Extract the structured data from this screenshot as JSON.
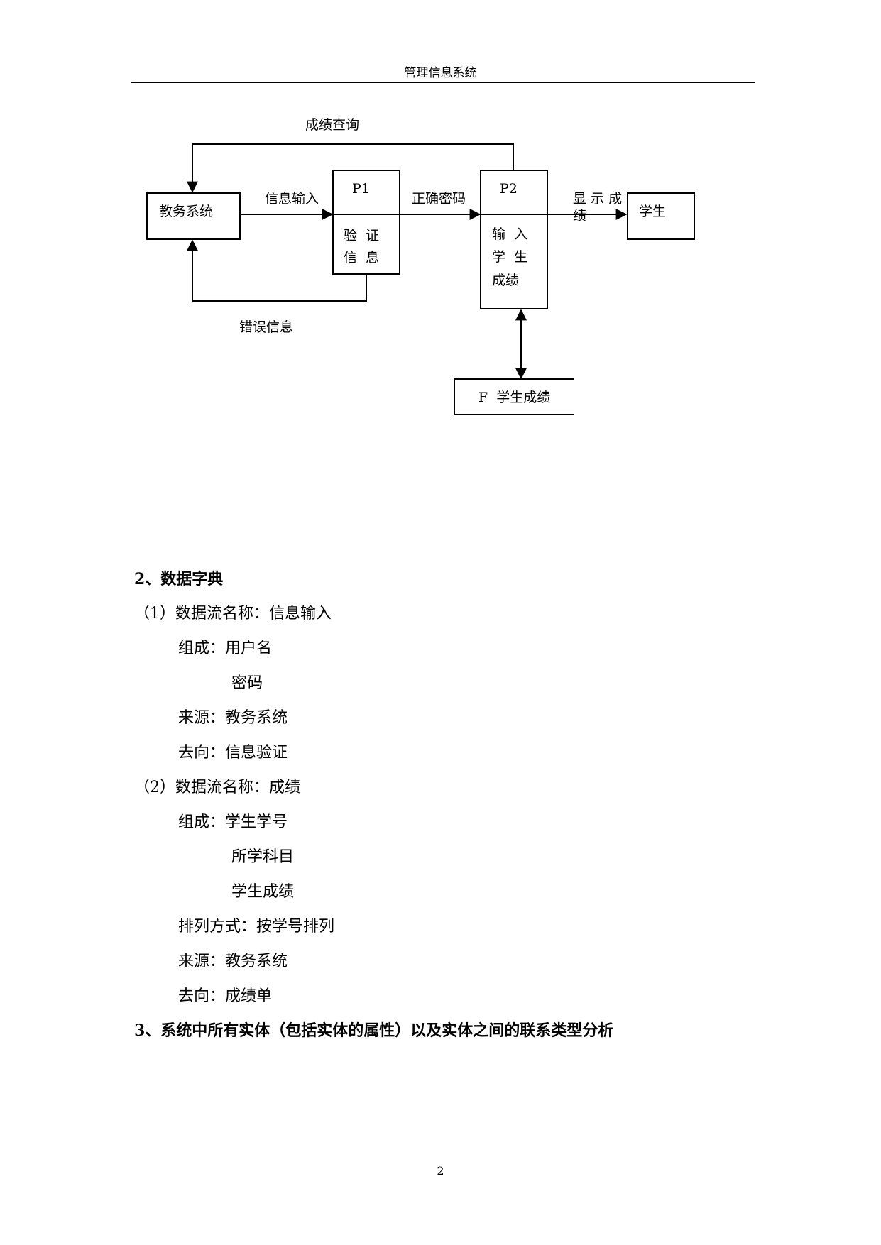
{
  "header": {
    "title": "管理信息系统"
  },
  "diagram": {
    "top_flow_label": "成绩查询",
    "entity_left": "教务系统",
    "flow_input": "信息输入",
    "p1_id": "P1",
    "p1_line1": "验  证",
    "p1_line2": "信  息",
    "flow_correct": "正确密码",
    "p2_id": "P2",
    "p2_line1": "输  入",
    "p2_line2": "学  生",
    "p2_line3": "成绩",
    "flow_display_a": "显 示 成",
    "flow_display_b": "绩",
    "entity_right": "学生",
    "flow_error": "错误信息",
    "store_label": "F  学生成绩"
  },
  "section2": {
    "heading": "2、数据字典",
    "flow1": {
      "title": "（1）数据流名称：信息输入",
      "composition_label": "组成：用户名",
      "composition_item2": "密码",
      "source": "来源：教务系统",
      "destination": "去向：信息验证"
    },
    "flow2": {
      "title": "（2）数据流名称：成绩",
      "composition_label": "组成：学生学号",
      "composition_item2": "所学科目",
      "composition_item3": "学生成绩",
      "ordering": "排列方式：按学号排列",
      "source": "来源：教务系统",
      "destination": "去向：成绩单"
    }
  },
  "section3": {
    "heading": "3、系统中所有实体（包括实体的属性）以及实体之间的联系类型分析"
  },
  "footer": {
    "page_number": "2"
  }
}
